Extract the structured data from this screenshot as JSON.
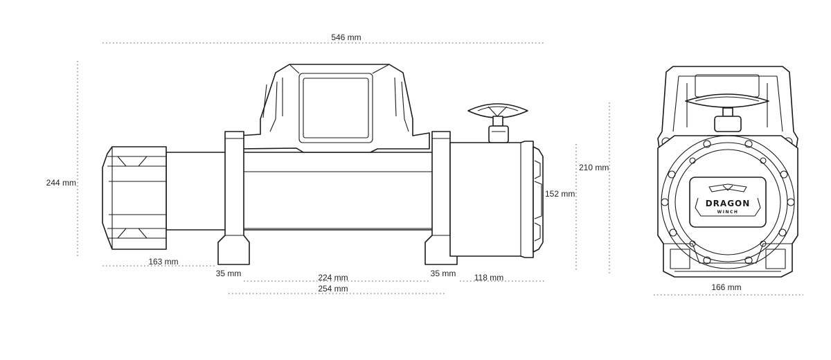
{
  "dimensions": {
    "total_length": "546 mm",
    "total_height": "244 mm",
    "motor_height": "210 mm",
    "motor_diameter": "152 mm",
    "gearbox_length": "163 mm",
    "left_foot": "35 mm",
    "drum_length": "224 mm",
    "right_foot": "35 mm",
    "motor_length": "118 mm",
    "mount_span": "254 mm",
    "front_width": "166 mm"
  },
  "logo": {
    "brand": "DRAGON",
    "sub": "WINCH"
  },
  "colors": {
    "line": "#1a1a1a",
    "dimension": "#555555",
    "background": "#ffffff"
  }
}
